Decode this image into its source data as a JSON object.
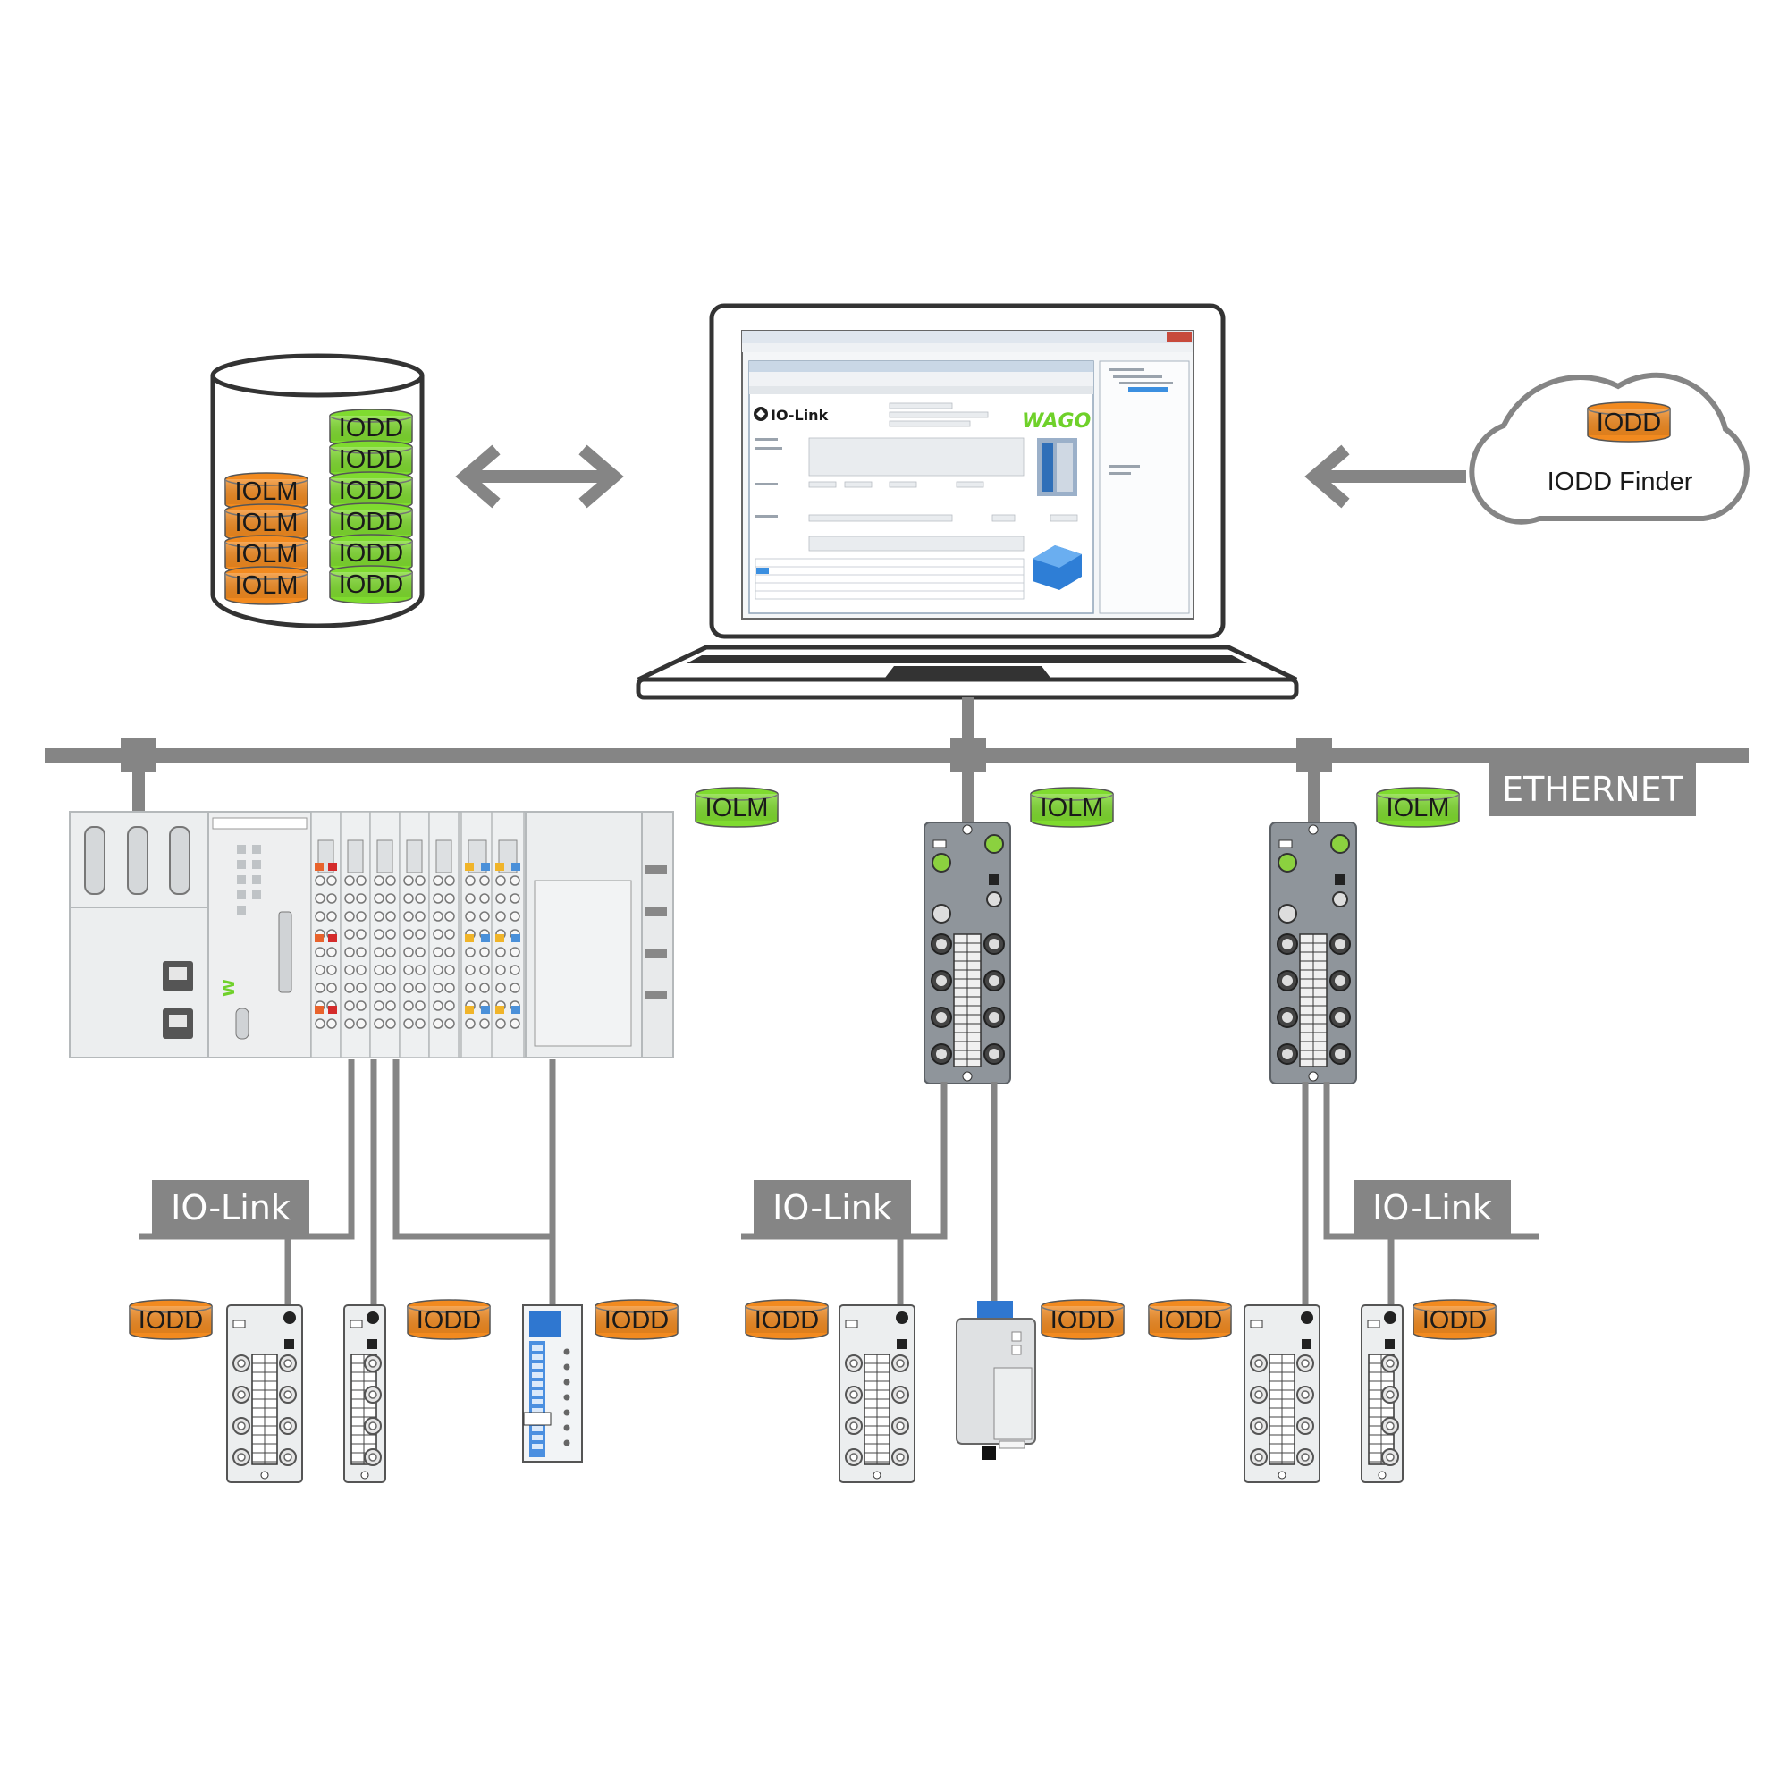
{
  "database": {
    "iolm_label": "IOLM",
    "iodd_label": "IODD",
    "iolm_count": 4,
    "iodd_count": 6
  },
  "laptop": {
    "screen_logo": "IO-Link",
    "screen_brand": "WAGO"
  },
  "cloud": {
    "badge": "IODD",
    "title": "IODD Finder"
  },
  "network": {
    "ethernet_label": "ETHERNET",
    "iolink_label": "IO-Link"
  },
  "master_tags": [
    "IOLM",
    "IOLM",
    "IOLM"
  ],
  "device_tags": [
    "IODD",
    "IODD",
    "IODD",
    "IODD",
    "IODD",
    "IODD",
    "IODD"
  ],
  "colors": {
    "line": "#858585",
    "iolm_orange": "#f28a1f",
    "iodd_green": "#7fdb2f",
    "iodd_orange": "#f28a1f",
    "label_bg": "#858585"
  }
}
